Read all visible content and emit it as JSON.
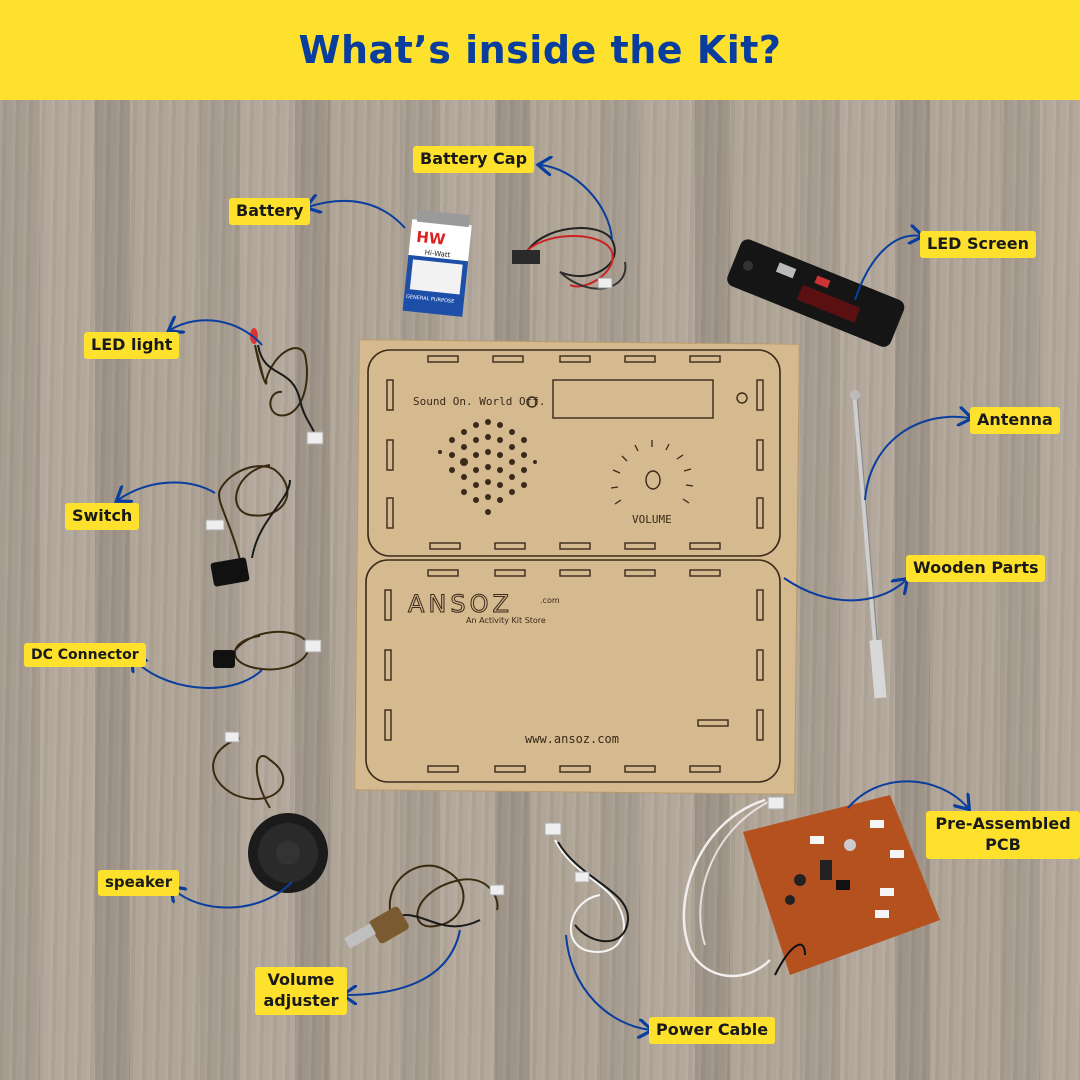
{
  "title": "What’s inside the Kit?",
  "labels": {
    "battery": "Battery",
    "battery_cap": "Battery Cap",
    "led_screen": "LED Screen",
    "led_light": "LED light",
    "antenna": "Antenna",
    "switch": "Switch",
    "wooden_parts": "Wooden Parts",
    "dc_connector": "DC Connector",
    "pcb_line1": "Pre-Assembled",
    "pcb_line2": "PCB",
    "speaker": "speaker",
    "volume_line1": "Volume",
    "volume_line2": "adjuster",
    "power_cable": "Power Cable"
  },
  "board_text": {
    "sound_on": "Sound On. World Off.",
    "volume": "VOLUME",
    "brand": "ANSOZ",
    "brand_suffix": ".com",
    "tagline": "An Activity Kit Store",
    "url": "www.ansoz.com"
  },
  "battery_text": {
    "logo": "HW",
    "brand": "Hi-Watt",
    "purpose": "GENERAL PURPOSE"
  },
  "colors": {
    "header_bg": "#fde12d",
    "title": "#0a3e9e",
    "label_bg": "#fde12d",
    "arrow": "#0a3e9e",
    "board": "#d2b48c",
    "pcb": "#b5501f"
  }
}
